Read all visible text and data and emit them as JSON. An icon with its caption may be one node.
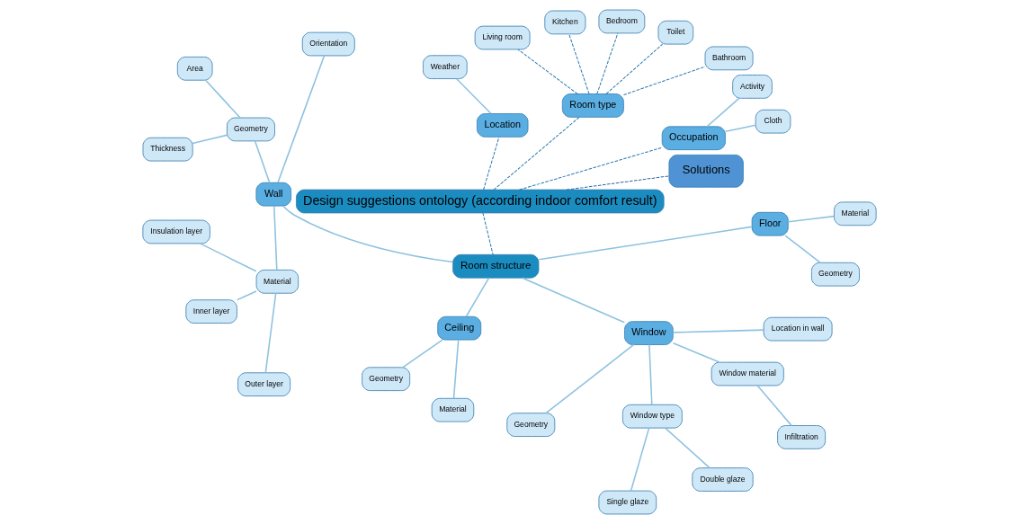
{
  "diagram": {
    "nodes": [
      {
        "text": [
          "Design suggestions ontology (according indoor comfort result)"
        ]
      },
      {
        "text": [
          "Solutions"
        ]
      },
      {
        "text": [
          "Occupation"
        ]
      },
      {
        "text": [
          "Cloth"
        ]
      },
      {
        "text": [
          "Activity"
        ]
      },
      {
        "text": [
          "Room type"
        ]
      },
      {
        "text": [
          "Bathroom"
        ]
      },
      {
        "text": [
          "Toilet"
        ]
      },
      {
        "text": [
          "Bedroom"
        ]
      },
      {
        "text": [
          "Kitchen"
        ]
      },
      {
        "text": [
          "Living room"
        ]
      },
      {
        "text": [
          "Location"
        ]
      },
      {
        "text": [
          "Weather"
        ]
      },
      {
        "text": [
          "Room structure"
        ]
      },
      {
        "text": [
          "Wall"
        ]
      },
      {
        "text": [
          "Orientation"
        ]
      },
      {
        "text": [
          "Geometry"
        ]
      },
      {
        "text": [
          "Area"
        ]
      },
      {
        "text": [
          "Thickness"
        ]
      },
      {
        "text": [
          "Material"
        ]
      },
      {
        "text": [
          "Insulation layer"
        ]
      },
      {
        "text": [
          "Inner layer"
        ]
      },
      {
        "text": [
          "Outer layer"
        ]
      },
      {
        "text": [
          "Ceiling"
        ]
      },
      {
        "text": [
          "Geometry"
        ]
      },
      {
        "text": [
          "Material"
        ]
      },
      {
        "text": [
          "Window"
        ]
      },
      {
        "text": [
          "Geometry"
        ]
      },
      {
        "text": [
          "Window type"
        ]
      },
      {
        "text": [
          "Single glaze"
        ]
      },
      {
        "text": [
          "Double glaze"
        ]
      },
      {
        "text": [
          "Window material"
        ]
      },
      {
        "text": [
          "Infiltration"
        ]
      },
      {
        "text": [
          "Location in wall"
        ]
      },
      {
        "text": [
          "Floor"
        ]
      },
      {
        "text": [
          "Geometry"
        ]
      },
      {
        "text": [
          "Material"
        ]
      }
    ],
    "edges": [
      {
        "from": 0,
        "to": 1,
        "arrow": "none",
        "style": "dashed",
        "color": "#2a6ab0"
      },
      {
        "from": 0,
        "to": 2,
        "arrow": "none",
        "style": "dashed",
        "color": "#2a7ab0"
      },
      {
        "from": 2,
        "to": 3,
        "arrow": "none"
      },
      {
        "from": 2,
        "to": 4,
        "arrow": "none"
      },
      {
        "from": 0,
        "to": 5,
        "arrow": "none",
        "style": "dashed",
        "color": "#2a7ab0"
      },
      {
        "from": 5,
        "to": 6,
        "arrow": "none",
        "style": "dashed",
        "color": "#2a7ab0"
      },
      {
        "from": 5,
        "to": 7,
        "arrow": "none",
        "style": "dashed",
        "color": "#2a7ab0"
      },
      {
        "from": 5,
        "to": 8,
        "arrow": "none",
        "style": "dashed",
        "color": "#2a7ab0"
      },
      {
        "from": 5,
        "to": 9,
        "arrow": "none",
        "style": "dashed",
        "color": "#2a7ab0"
      },
      {
        "from": 5,
        "to": 10,
        "arrow": "none",
        "style": "dashed",
        "color": "#2a7ab0"
      },
      {
        "from": 0,
        "to": 11,
        "arrow": "none",
        "style": "dashed",
        "color": "#2a7ab0"
      },
      {
        "from": 11,
        "to": 12,
        "arrow": "none"
      },
      {
        "from": 0,
        "to": 13,
        "arrow": "none",
        "style": "dashed",
        "color": "#2a7ab0"
      },
      {
        "from": 13,
        "to": 14,
        "arrow": "none"
      },
      {
        "from": 14,
        "to": 15,
        "arrow": "none"
      },
      {
        "from": 14,
        "to": 16,
        "arrow": "none"
      },
      {
        "from": 16,
        "to": 17,
        "arrow": "none"
      },
      {
        "from": 16,
        "to": 18,
        "arrow": "none"
      },
      {
        "from": 14,
        "to": 19,
        "arrow": "none"
      },
      {
        "from": 19,
        "to": 20,
        "arrow": "none"
      },
      {
        "from": 19,
        "to": 21,
        "arrow": "none"
      },
      {
        "from": 19,
        "to": 22,
        "arrow": "none"
      },
      {
        "from": 13,
        "to": 23,
        "arrow": "none"
      },
      {
        "from": 23,
        "to": 24,
        "arrow": "none"
      },
      {
        "from": 23,
        "to": 25,
        "arrow": "none"
      },
      {
        "from": 13,
        "to": 26,
        "arrow": "none"
      },
      {
        "from": 26,
        "to": 27,
        "arrow": "none"
      },
      {
        "from": 26,
        "to": 28,
        "arrow": "none"
      },
      {
        "from": 28,
        "to": 29,
        "arrow": "none"
      },
      {
        "from": 28,
        "to": 30,
        "arrow": "none"
      },
      {
        "from": 26,
        "to": 31,
        "arrow": "none"
      },
      {
        "from": 31,
        "to": 32,
        "arrow": "none"
      },
      {
        "from": 26,
        "to": 33,
        "arrow": "none"
      },
      {
        "from": 13,
        "to": 34,
        "arrow": "none"
      },
      {
        "from": 34,
        "to": 35,
        "arrow": "none"
      },
      {
        "from": 34,
        "to": 36,
        "arrow": "none"
      }
    ]
  }
}
